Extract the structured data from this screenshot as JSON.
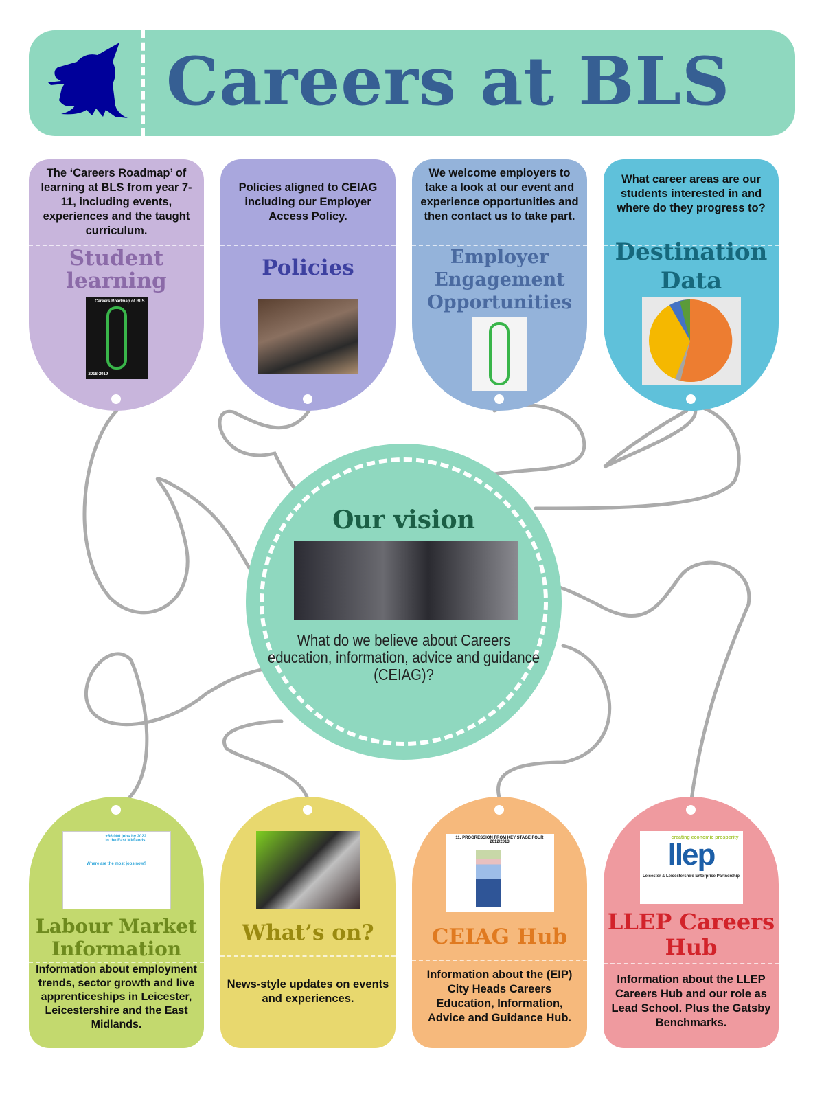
{
  "header": {
    "title": "Careers at BLS",
    "logo": "BLS wolf crest"
  },
  "top_cards": [
    {
      "desc": "The ‘Careers Roadmap’ of learning at BLS from year 7-11, including events, experiences and the taught curriculum.",
      "title": "Student learning",
      "bg": "#c8b5dc",
      "color": "#8b6aa8"
    },
    {
      "desc": "Policies aligned to CEIAG including our Employer Access Policy.",
      "title": "Policies",
      "bg": "#a9a7dd",
      "color": "#3d40a0"
    },
    {
      "desc": "We welcome employers to take a look at our event and experience opportunities and then contact us to take part.",
      "title": "Employer Engagement Opportunities",
      "bg": "#94b3da",
      "color": "#4a6aa0"
    },
    {
      "desc": "What career areas are our students interested in and where do they progress to?",
      "title": "Destination Data",
      "bg": "#5fc1da",
      "color": "#16687c"
    }
  ],
  "vision": {
    "title": "Our vision",
    "text": "What do we believe about Careers education, information, advice and guidance (CEIAG)?"
  },
  "bottom_cards": [
    {
      "title": "Labour Market Information",
      "desc": "Information about employment trends, sector growth and live apprenticeships in Leicester, Leicestershire and the East Midlands.",
      "bg": "#c3d96e",
      "color": "#6e8a1e"
    },
    {
      "title": "What’s on?",
      "desc": "News-style updates on events and experiences.",
      "bg": "#e8d86e",
      "color": "#9a8a10"
    },
    {
      "title": "CEIAG Hub",
      "desc": "Information about the (EIP) City Heads Careers Education, Information, Advice and Guidance Hub.",
      "bg": "#f6b97c",
      "color": "#e07a20"
    },
    {
      "title": "LLEP Careers Hub",
      "desc": "Information about the LLEP Careers Hub and our role as Lead School. Plus the Gatsby Benchmarks.",
      "bg": "#ef9a9f",
      "color": "#d2232a"
    }
  ],
  "images": {
    "roadmap_title": "Careers Roadmap of BLS",
    "roadmap_year": "2018-2019",
    "ceiag_chart_title": "11. PROGRESSION FROM KEY STAGE FOUR 2012/2013",
    "lmi_jobs": "+86,000 jobs by 2022 in the East Midlands",
    "lmi_question": "Where are the most jobs now?",
    "llep_logo": "llep",
    "llep_tagline": "creating economic prosperity",
    "llep_name": "Leicester & Leicestershire Enterprise Partnership"
  }
}
